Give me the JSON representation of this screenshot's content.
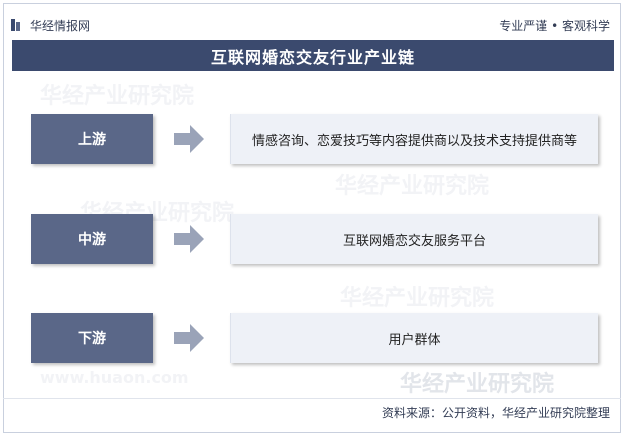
{
  "header": {
    "brand": "华经情报网",
    "slogan": "专业严谨 • 客观科学"
  },
  "title": "互联网婚恋交友行业产业链",
  "rows": [
    {
      "stage": "上游",
      "description": "情感咨询、恋爱技巧等内容提供商以及技术支持提供商等"
    },
    {
      "stage": "中游",
      "description": "互联网婚恋交友服务平台"
    },
    {
      "stage": "下游",
      "description": "用户群体"
    }
  ],
  "watermark": {
    "brand": "华经产业研究院",
    "url": "www.huaon.com"
  },
  "source": "资料来源：公开资料，华经产业研究院整理",
  "colors": {
    "title_bg": "#3b4a6e",
    "stage_bg": "#5a6788",
    "desc_bg": "#eef1f7",
    "arrow": "#9aa3b8"
  }
}
